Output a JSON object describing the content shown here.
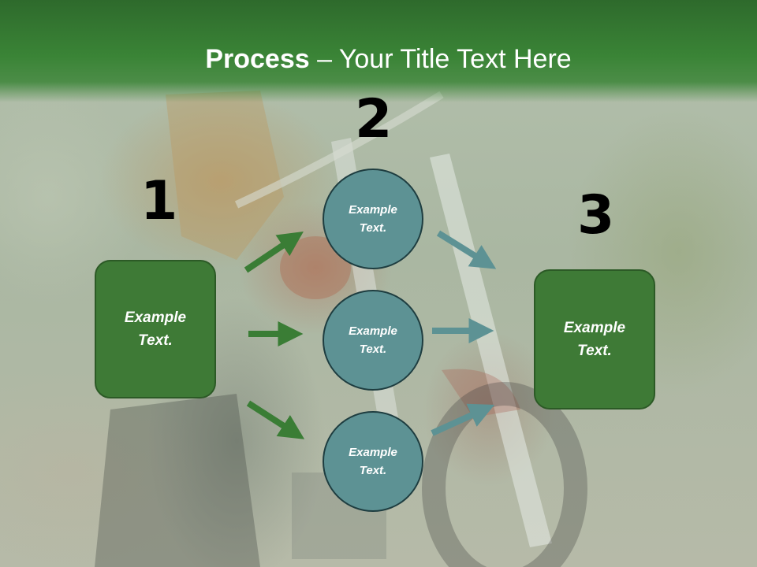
{
  "title": {
    "bold": "Process",
    "rest": " – Your Title Text Here"
  },
  "steps": {
    "one": {
      "number": "1",
      "box_line1": "Example",
      "box_line2": "Text."
    },
    "two": {
      "number": "2"
    },
    "three": {
      "number": "3",
      "box_line1": "Example",
      "box_line2": "Text."
    }
  },
  "circles": [
    {
      "line1": "Example",
      "line2": "Text."
    },
    {
      "line1": "Example",
      "line2": "Text."
    },
    {
      "line1": "Example",
      "line2": "Text."
    }
  ],
  "colors": {
    "title_band": "#3a8436",
    "box": "#3e7a36",
    "circle": "#5d9294",
    "arrow_green": "#3a7d35",
    "arrow_teal": "#5d9294"
  }
}
